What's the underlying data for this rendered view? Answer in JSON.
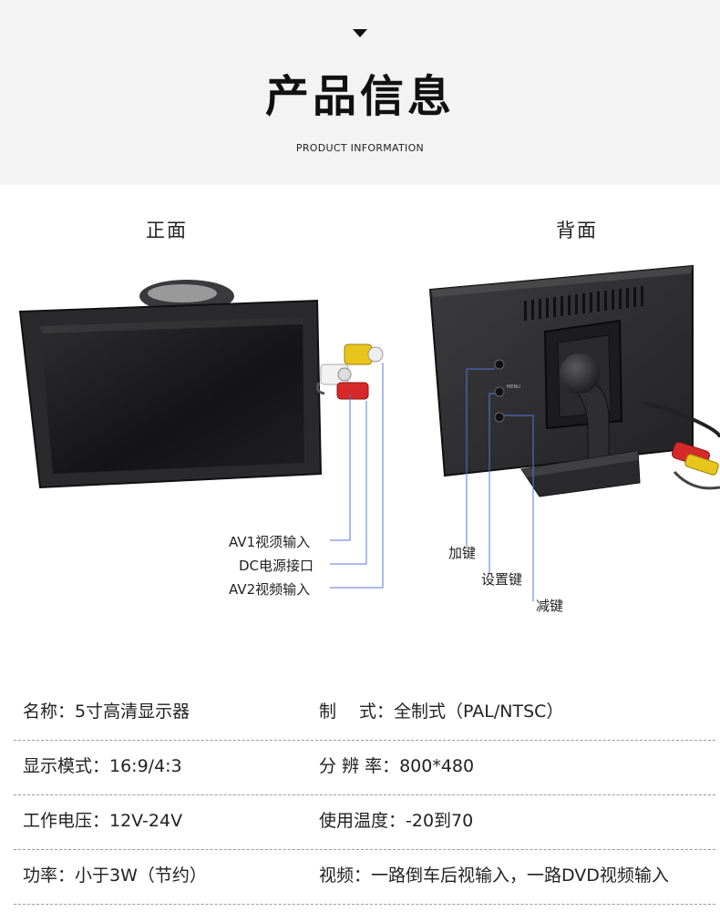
{
  "header": {
    "title": "产品信息",
    "subtitle": "PRODUCT INFORMATION"
  },
  "views": {
    "front_label": "正面",
    "back_label": "背面"
  },
  "front_callouts": [
    "AV1视须输入",
    "DC电源接口",
    "AV2视频输入"
  ],
  "back_callouts": [
    "加键",
    "设置键",
    "减键"
  ],
  "back_button_text": "MENU",
  "specs": [
    {
      "left": "名称：5寸高清显示器",
      "right": "制　  式：全制式（PAL/NTSC）"
    },
    {
      "left": "显示模式：16:9/4:3",
      "right": "分 辨 率：800*480"
    },
    {
      "left": "工作电压：12V-24V",
      "right": "使用温度：-20到70"
    },
    {
      "left": "功率：小于3W（节约）",
      "right": "视频：一路倒车后视输入，一路DVD视频输入"
    }
  ]
}
